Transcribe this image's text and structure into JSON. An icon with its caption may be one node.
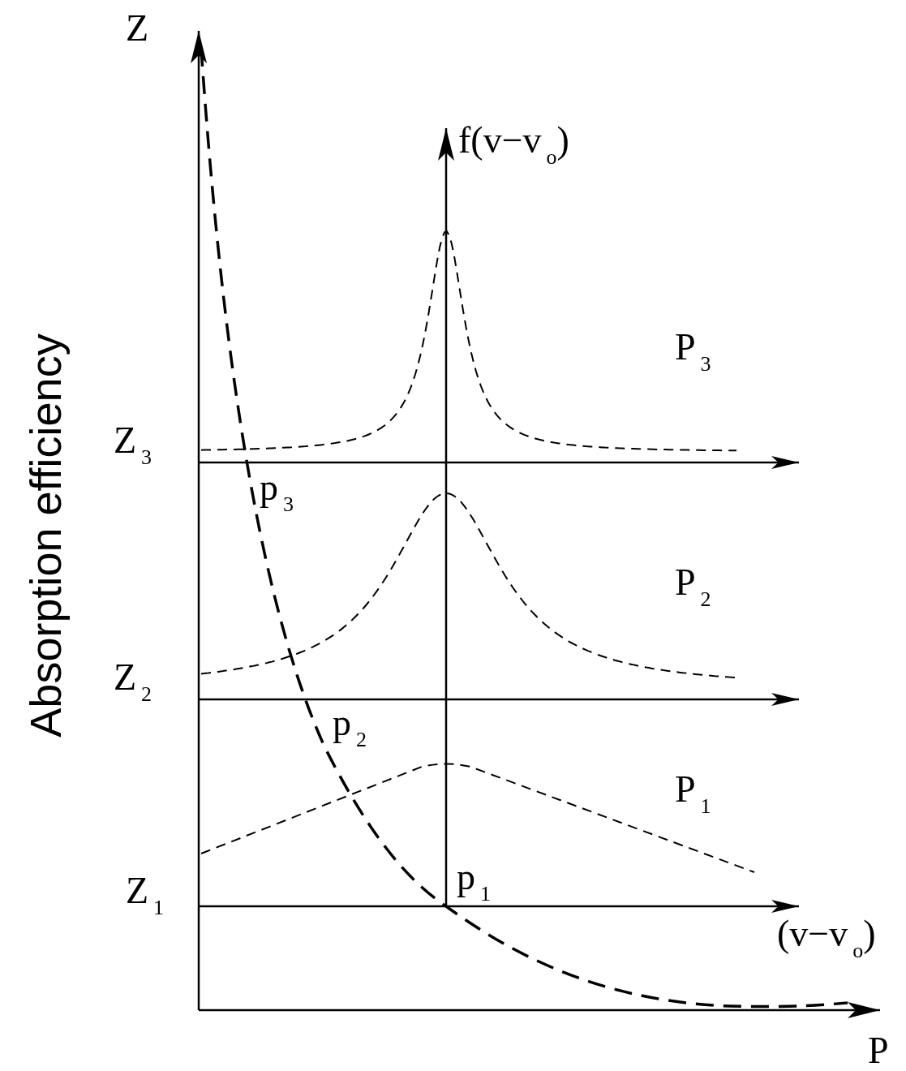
{
  "diagram": {
    "labels": [
      "Z",
      "f(v−v$_{o}$)",
      "Absorption efficiency",
      "P$_{3}$",
      "Z$_{3}$",
      "p$_{3}$",
      "P$_{2}$",
      "Z$_{2}$",
      "p$_{2}$",
      "P$_{1}$",
      "Z$_{1}$",
      "p$_{1}$",
      "(v−v$_{o}$)",
      "P"
    ]
  }
}
